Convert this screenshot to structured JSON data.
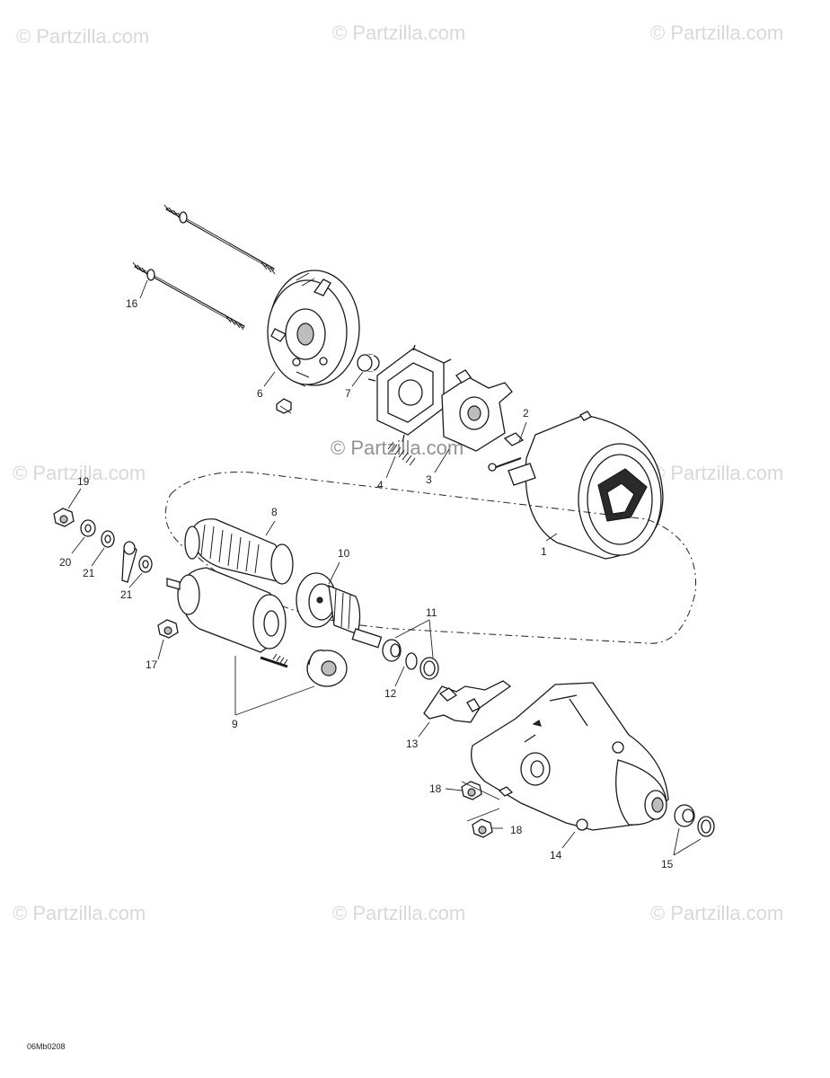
{
  "watermark": "© Partzilla.com",
  "figure_code": "06Mb0208",
  "callouts": {
    "c1": "1",
    "c2": "2",
    "c3": "3",
    "c4": "4",
    "c6": "6",
    "c7": "7",
    "c8": "8",
    "c9": "9",
    "c10": "10",
    "c11": "11",
    "c12": "12",
    "c13": "13",
    "c14": "14",
    "c15": "15",
    "c16": "16",
    "c17": "17",
    "c18a": "18",
    "c18b": "18",
    "c19": "19",
    "c20": "20",
    "c21a": "21",
    "c21b": "21"
  }
}
